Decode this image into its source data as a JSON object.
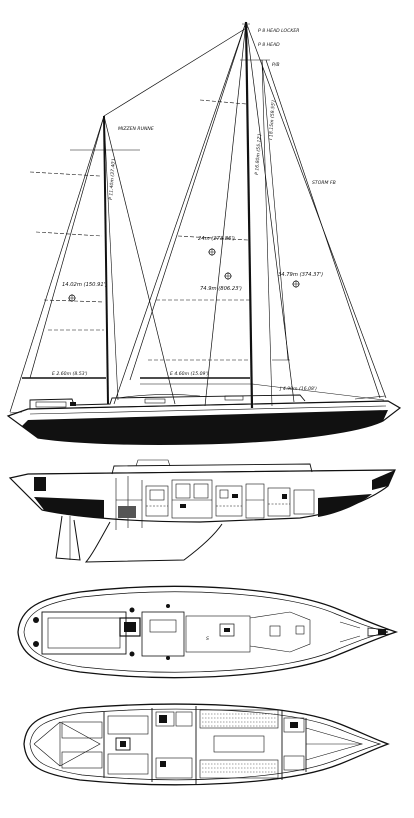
{
  "sail_plan": {
    "mizzen_head_label": "MIZZEN RUNNE",
    "main_head_label_1": "P 8 HEAD LOCKER",
    "main_head_label_2": "P 8 HEAD",
    "masthead_note": "P/B",
    "mizzen_dim_label": "P 11.40m (37.40')",
    "mizzen_area_label": "14.02m (150.91')",
    "mizzen_foot_label": "E 2.60m (8.53')",
    "main_luff_label": "P 16.80m (55.12')",
    "main_luff2_label": "I 18.15m (59.55')",
    "main_area_label": "24m (273.86')",
    "main_foot_label": "E 4.60m (15.09')",
    "genoa_area_label": "74.9m (806.23')",
    "storm_area_label": "34.79m (374.37')",
    "storm_label": "STORM FB",
    "fore_foot_label": "J 4.90m (16.08')",
    "overhead_label": "S"
  },
  "colors": {
    "ink": "#111111",
    "paper": "#ffffff"
  }
}
